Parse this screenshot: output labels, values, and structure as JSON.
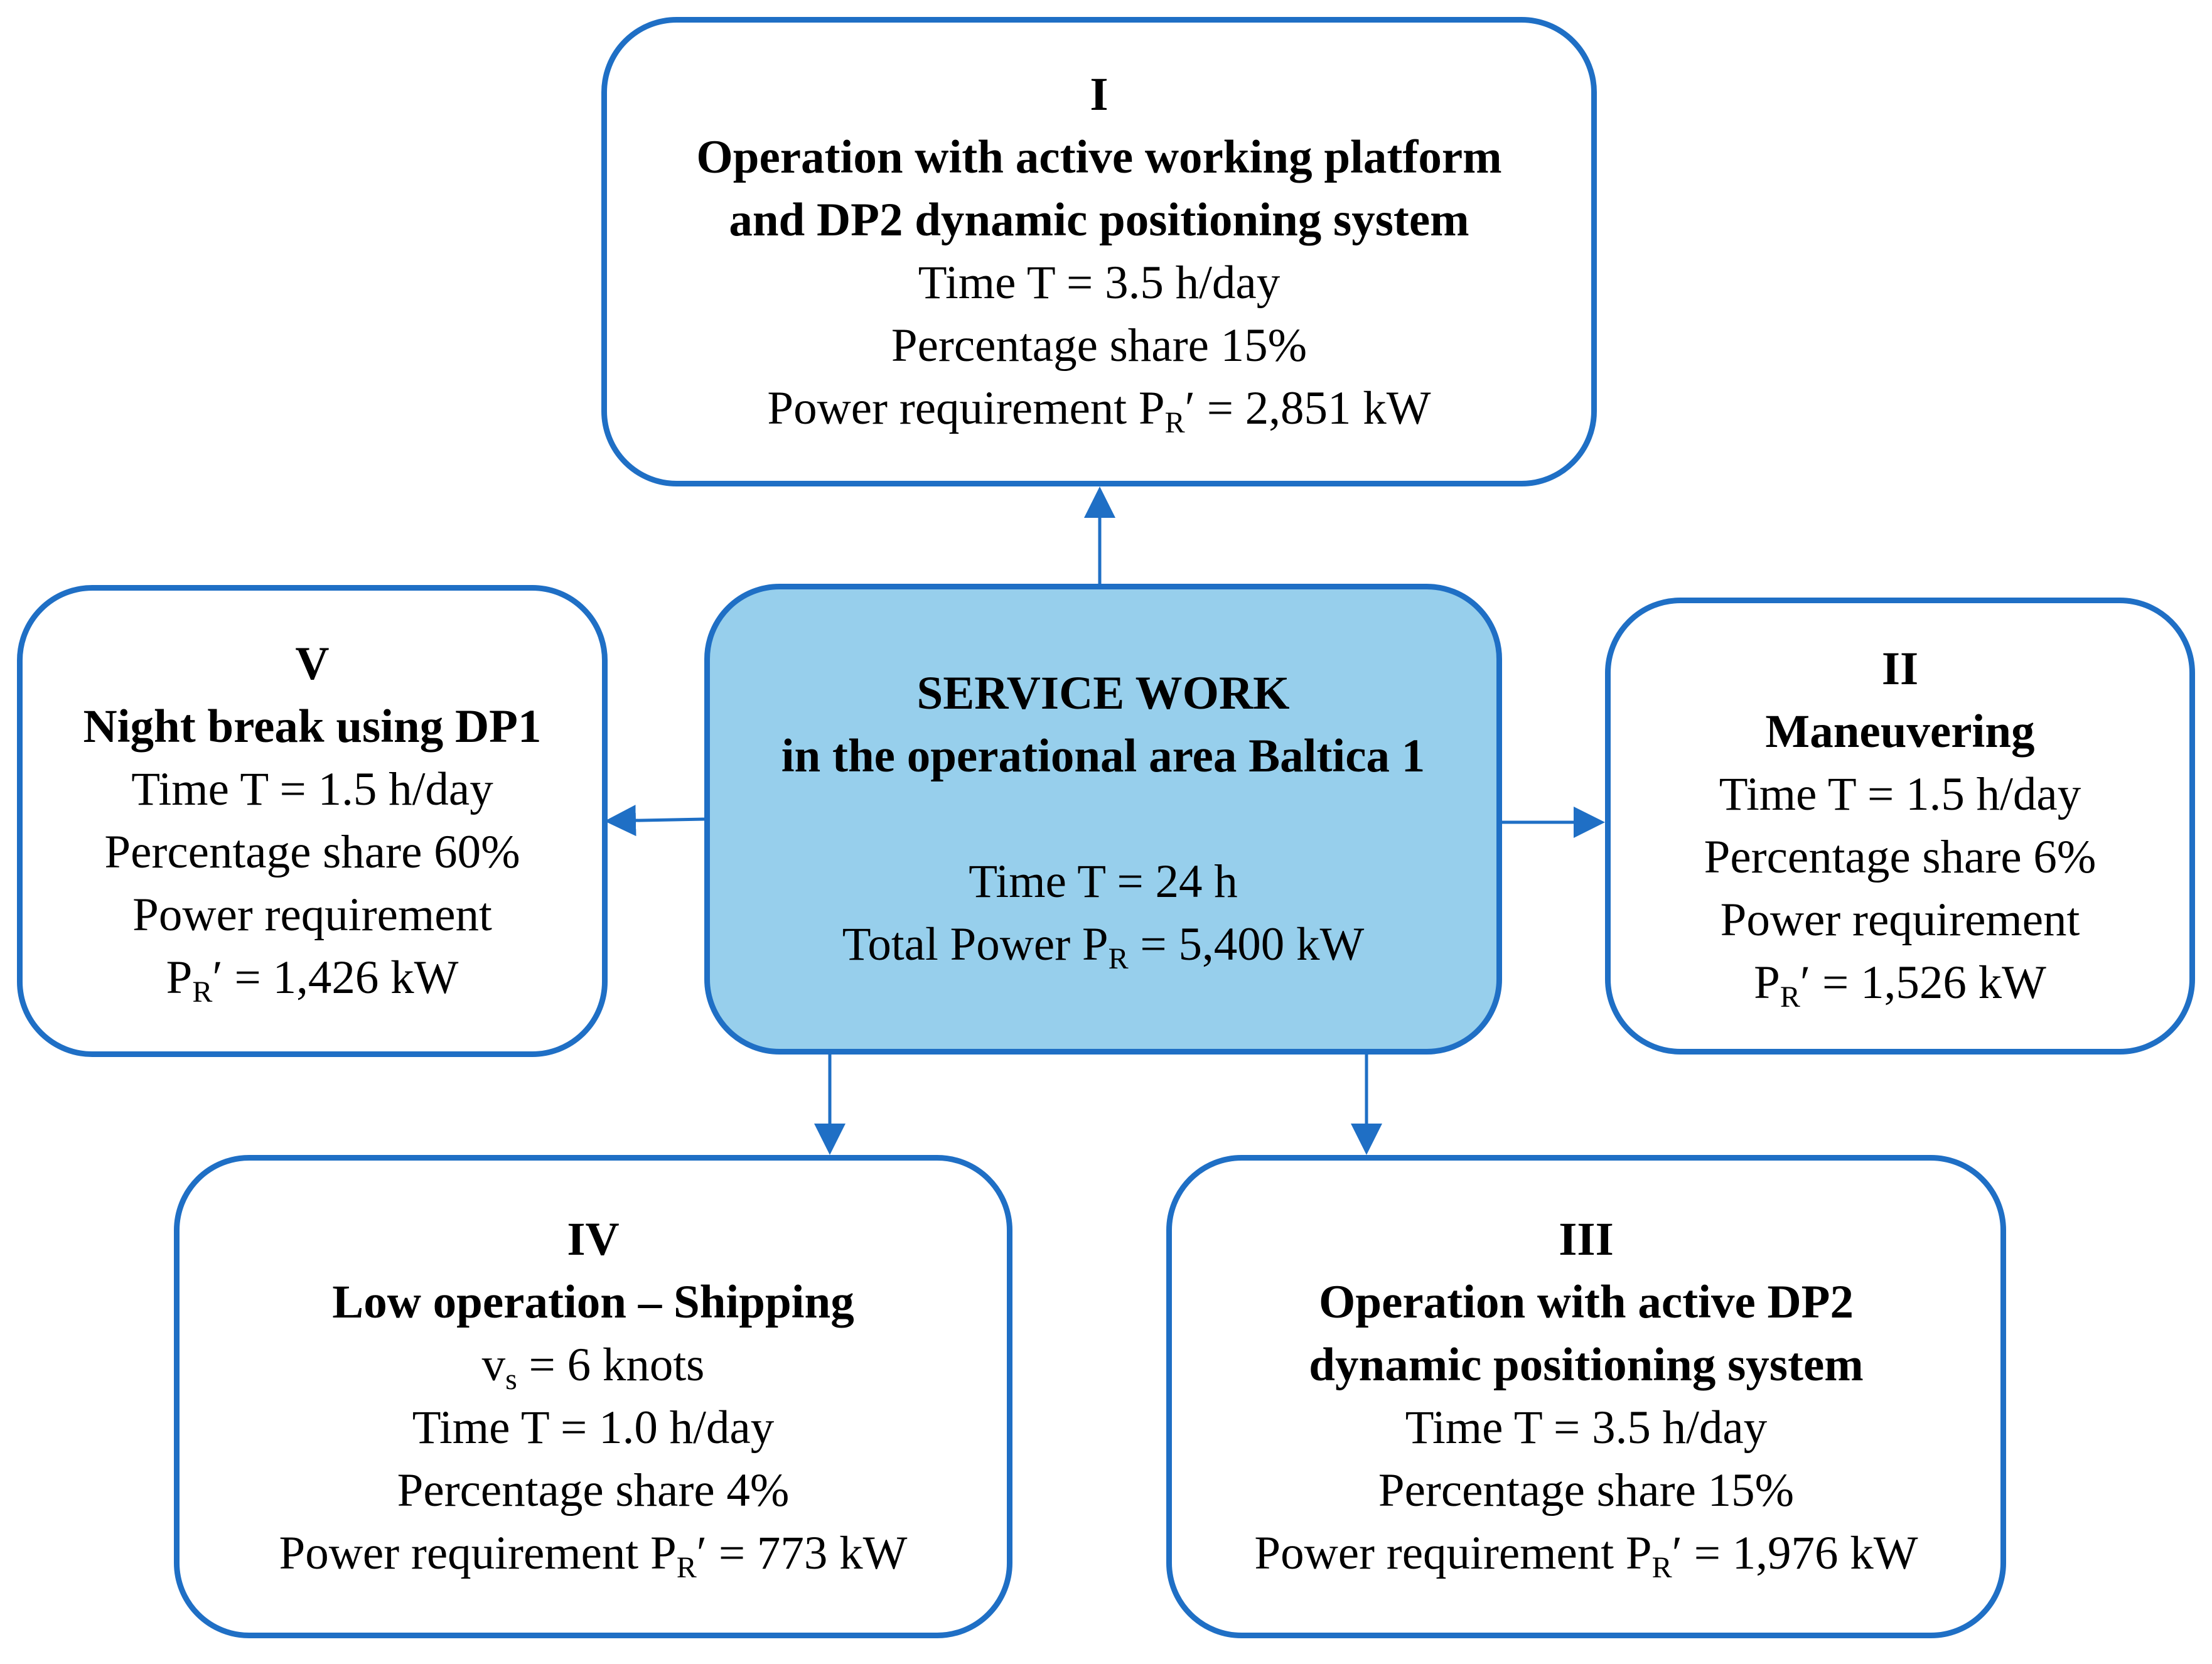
{
  "center": {
    "title": "SERVICE WORK",
    "subtitle": "in the operational area Baltica 1",
    "time": "Time T = 24 h",
    "power_pre": "Total Power P",
    "power_sub": "R",
    "power_post": " = 5,400 kW"
  },
  "box_I": {
    "numeral": "I",
    "title_line1": "Operation with active working platform",
    "title_line2": "and DP2 dynamic positioning system",
    "time": "Time T = 3.5 h/day",
    "share": "Percentage share 15%",
    "power_pre": "Power requirement P",
    "power_sub": "R",
    "power_post": "′ = 2,851 kW"
  },
  "box_II": {
    "numeral": "II",
    "title": "Maneuvering",
    "time": "Time T = 1.5 h/day",
    "share": "Percentage share 6%",
    "power_label": "Power requirement",
    "power_pre": "P",
    "power_sub": "R",
    "power_post": "′ = 1,526 kW"
  },
  "box_III": {
    "numeral": "III",
    "title_line1": "Operation with active DP2",
    "title_line2": "dynamic positioning system",
    "time": "Time T = 3.5 h/day",
    "share": "Percentage share 15%",
    "power_pre": "Power requirement P",
    "power_sub": "R",
    "power_post": "′ = 1,976 kW"
  },
  "box_IV": {
    "numeral": "IV",
    "title": "Low operation – Shipping",
    "speed_pre": "v",
    "speed_sub": "s",
    "speed_post": " = 6 knots",
    "time": "Time T = 1.0 h/day",
    "share": "Percentage share 4%",
    "power_pre": "Power requirement P",
    "power_sub": "R",
    "power_post": "′ = 773 kW"
  },
  "box_V": {
    "numeral": "V",
    "title": "Night break using DP1",
    "time": "Time T = 1.5 h/day",
    "share": "Percentage share 60%",
    "power_label": "Power requirement",
    "power_pre": "P",
    "power_sub": "R",
    "power_post": "′ = 1,426 kW"
  },
  "colors": {
    "box_border": "#1f6fc5",
    "center_fill": "#97cfec",
    "arrow": "#1f6fc5"
  }
}
